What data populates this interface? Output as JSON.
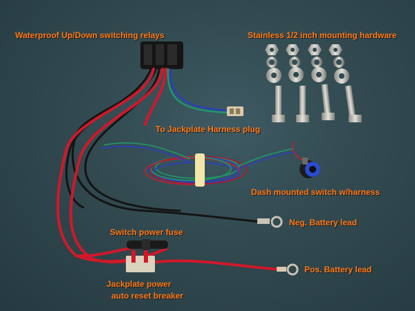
{
  "labels": {
    "relays": "Waterproof  Up/Down switching relays",
    "hardware": "Stainless  1/2 inch  mounting hardware",
    "harness_plug": "To Jackplate Harness  plug",
    "dash_switch": "Dash mounted switch  w/harness",
    "neg_lead": "Neg. Battery lead",
    "switch_fuse": "Switch power  fuse",
    "pos_lead": "Pos. Battery lead",
    "breaker_line1": "Jackplate power",
    "breaker_line2": "auto  reset  breaker"
  },
  "colors": {
    "label_text": "#ff7a1a",
    "carpet": "#34505a",
    "wire_red": "#d0182a",
    "wire_black": "#141414",
    "wire_green": "#1f9a6a",
    "wire_blue": "#2a3fc0",
    "hardware_steel": "#b8b8b0"
  }
}
